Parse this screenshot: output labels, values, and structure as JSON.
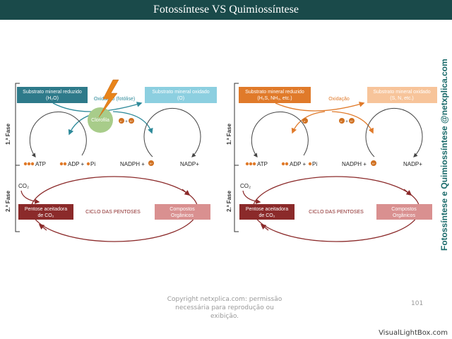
{
  "title": "Fotossíntese VS Quimiossíntese",
  "sidebar_text": "Fotossíntese e Quimiossíntese @netxplica.com",
  "footer": {
    "line1": "Copyright netxplica.com: permissão",
    "line2": "necessária para reprodução ou exibição."
  },
  "page_number": "101",
  "watermark": "VisualLightBox.com",
  "colors": {
    "teal_box": "#2e7a8a",
    "light_teal_box": "#8ccfe0",
    "teal_arrow": "#2e8a9a",
    "orange_box": "#e07a2a",
    "light_orange_box": "#f7c49a",
    "orange_arrow": "#e07a2a",
    "dark_red_box": "#8b2a2a",
    "pink_box": "#d99090",
    "cycle_arrow": "#8b2a2a",
    "chlorophyll": "#a8cc8a",
    "lightning": "#e8841a",
    "electron": "#d07020"
  },
  "phase_labels": {
    "phase1": "1.ª Fase",
    "phase2": "2.ª Fase"
  },
  "electron_labels": {
    "e": "e⁻",
    "h": "H⁺"
  },
  "photo": {
    "reduced_substrate": {
      "line1": "Substrato mineral reduzido",
      "line2": "(H₂O)"
    },
    "oxidized_substrate": {
      "line1": "Substrato mineral oxidado",
      "line2": "(O)"
    },
    "oxidation_label": "Oxidação (fotólise)",
    "chlorophyll": "Clorofila",
    "atp": "ATP",
    "adp_pi": "ADP + ",
    "pi": "Pi",
    "nadph_plus": "NADPH + ",
    "nadp": "NADP+",
    "co2": "CO₂",
    "acceptor": {
      "line1": "Pentose aceitadora",
      "line2": "de CO₂"
    },
    "cycle": "CICLO DAS PENTOSES",
    "organic": {
      "line1": "Compostos",
      "line2": "Orgânicos"
    }
  },
  "chemo": {
    "reduced_substrate": {
      "line1": "Substrato mineral reduzido",
      "line2": "(H₂S, NH₃, etc.)"
    },
    "oxidized_substrate": {
      "line1": "Substrato mineral oxidado",
      "line2": "(S, N, etc.)"
    },
    "oxidation_label": "Oxidação",
    "atp": "ATP",
    "adp_pi": "ADP + ",
    "pi": "Pi",
    "nadph_plus": "NADPH + ",
    "nadp": "NADP+",
    "co2": "CO₂",
    "acceptor": {
      "line1": "Pentose aceitadora",
      "line2": "de CO₂"
    },
    "cycle": "CICLO DAS PENTOSES",
    "organic": {
      "line1": "Compostos",
      "line2": "Orgânicos"
    }
  }
}
